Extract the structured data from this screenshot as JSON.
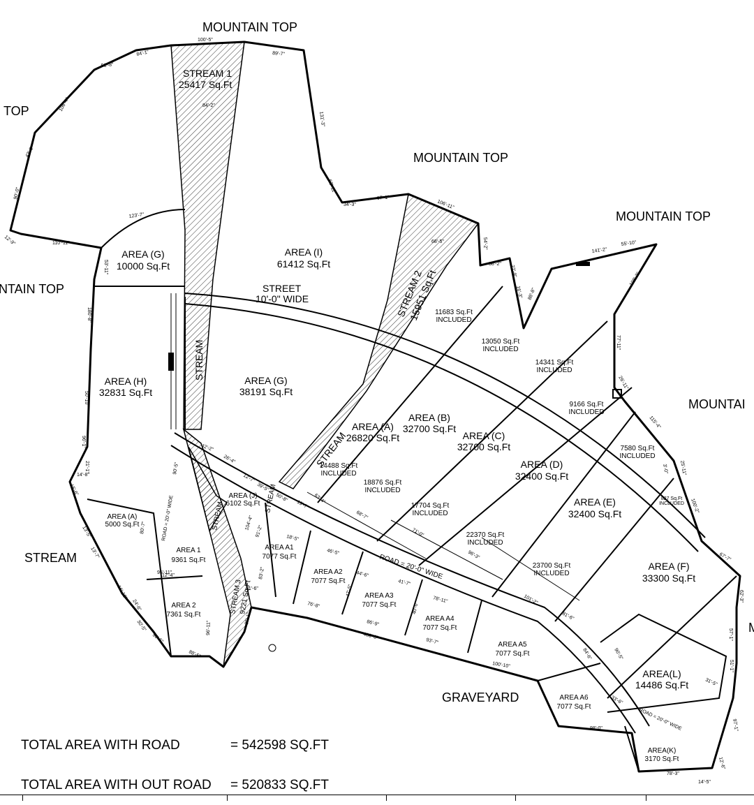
{
  "region_labels": {
    "mountain_top_1": "MOUNTAIN TOP",
    "mountain_top_2": "MOUNTAIN TOP",
    "mountain_top_3": "MOUNTAIN TOP",
    "top_left": "TOP",
    "ntain_top_left": "NTAIN TOP",
    "mountai_right": "MOUNTAI",
    "m_right": "M",
    "stream_left": "STREAM",
    "graveyard": "GRAVEYARD"
  },
  "streams": {
    "stream1_name": "STREAM 1",
    "stream1_area": "25417 Sq.Ft",
    "stream2_name": "STREAM 2",
    "stream2_area": "15951 Sq.Ft",
    "stream3_name": "STREAM 3",
    "stream3_area": "9221 Sq.Ft",
    "stream_word": "STREAM"
  },
  "street": {
    "line1": "STREET",
    "line2": "10'-0\" WIDE"
  },
  "roads": {
    "road_main": "ROAD = 20'-0\" WIDE",
    "road_side": "ROAD = 20'-0\" WIDE",
    "road_k": "ROAD = 20'-0\" WIDE"
  },
  "areas": [
    {
      "name": "AREA (G)",
      "value": "10000 Sq.Ft"
    },
    {
      "name": "AREA (I)",
      "value": "61412 Sq.Ft"
    },
    {
      "name": "AREA (H)",
      "value": "32831 Sq.Ft"
    },
    {
      "name": "AREA (G)",
      "value": "38191 Sq.Ft"
    },
    {
      "name": "AREA (A)",
      "value": "26820 Sq.Ft"
    },
    {
      "name": "AREA (B)",
      "value": "32700 Sq.Ft"
    },
    {
      "name": "AREA (C)",
      "value": "32700 Sq.Ft"
    },
    {
      "name": "AREA (D)",
      "value": "32400 Sq.Ft"
    },
    {
      "name": "AREA (E)",
      "value": "32400 Sq.Ft"
    },
    {
      "name": "AREA (F)",
      "value": "33300 Sq.Ft"
    },
    {
      "name": "AREA (J)",
      "value": "6102 Sq.Ft"
    },
    {
      "name": "AREA (A)",
      "value": "5000 Sq.Ft"
    },
    {
      "name": "AREA 1",
      "value": "9361 Sq.Ft"
    },
    {
      "name": "AREA 2",
      "value": "7361 Sq.Ft"
    },
    {
      "name": "AREA A1",
      "value": "7077 Sq.Ft"
    },
    {
      "name": "AREA A2",
      "value": "7077 Sq.Ft"
    },
    {
      "name": "AREA A3",
      "value": "7077 Sq.Ft"
    },
    {
      "name": "AREA A4",
      "value": "7077 Sq.Ft"
    },
    {
      "name": "AREA A5",
      "value": "7077 Sq.Ft"
    },
    {
      "name": "AREA A6",
      "value": "7077 Sq.Ft"
    },
    {
      "name": "AREA(L)",
      "value": "14486 Sq.Ft"
    },
    {
      "name": "AREA(K)",
      "value": "3170 Sq.Ft"
    }
  ],
  "included": [
    {
      "value": "11683 Sq.Ft",
      "note": "INCLUDED"
    },
    {
      "value": "13050 Sq.Ft",
      "note": "INCLUDED"
    },
    {
      "value": "14341 Sq.Ft",
      "note": "INCLUDED"
    },
    {
      "value": "9166 Sq.Ft",
      "note": "INCLUDED"
    },
    {
      "value": "7580 Sq.Ft",
      "note": "INCLUDED"
    },
    {
      "value": "14488 Sq.Ft",
      "note": "INCLUDED"
    },
    {
      "value": "18876 Sq.Ft",
      "note": "INCLUDED"
    },
    {
      "value": "17704 Sq.Ft",
      "note": "INCLUDED"
    },
    {
      "value": "22370 Sq.Ft",
      "note": "INCLUDED"
    },
    {
      "value": "23700 Sq.Ft",
      "note": "INCLUDED"
    },
    {
      "value": "827 Sq.Ft",
      "note": "INCLUDED"
    }
  ],
  "dimensions": [
    "100'-5\"",
    "84'-1\"",
    "51'-8\"",
    "106'-4\"",
    "43'-8\"",
    "90'-0\"",
    "12'-9\"",
    "110'-11\"",
    "89'-7\"",
    "131'-3\"",
    "62'-11\"",
    "34'-3\"",
    "67'-1\"",
    "106'-11\"",
    "54'-2\"",
    "38'-2\"",
    "27'-9\"",
    "16'-3\"",
    "88'-8\"",
    "141'-2\"",
    "55'-10\"",
    "108'-3\"",
    "77'-11\"",
    "26'-11\"",
    "115'-4\"",
    "25'-11\"",
    "100'-2\"",
    "67'-7\"",
    "62'-3\"",
    "123'-7\"",
    "53'-11\"",
    "180'-8\"",
    "50'-10\"",
    "96'-1\"",
    "21'-1\"",
    "14'-8\"",
    "84'-2\"",
    "68'-5\"",
    "63'-4\"",
    "68'-7\"",
    "71'-0\"",
    "96'-3\"",
    "101'-2\"",
    "81'-6\"",
    "80'-7\"",
    "95'-11\"",
    "96'-11\"",
    "76'-8\"",
    "86'-9\"",
    "93'-7\"",
    "408'-3\"",
    "100'-10\"",
    "98'-0\"",
    "78'-3\"",
    "14'-5\"",
    "12'-6\"",
    "97'-1\"",
    "51'-1\"",
    "57'-1\"",
    "31'-5\"",
    "104'-4\"",
    "91'-2\"",
    "83'-2\"",
    "95'-1\"",
    "15'-6\"",
    "13'-5\"",
    "13'-7\"",
    "16'-10\"",
    "24'-6\"",
    "30'-5\"",
    "90'-5\"",
    "88'-5\"",
    "12'-4\"",
    "51'-6\"",
    "18'-5\"",
    "46'-5\"",
    "44'-6\"",
    "41'-7\"",
    "78'-11\"",
    "47'-5\"",
    "40'-0\"",
    "26'-4\"",
    "12'-7\"",
    "39'-5\"",
    "50'-8\"",
    "19'-7\"",
    "42'-2\"",
    "90'-5\"",
    "84'-6\"",
    "3'-0\"",
    "90'-5\"",
    "33'-6\""
  ],
  "totals": {
    "with_road_label": "TOTAL AREA WITH ROAD",
    "with_road_value": "= 542598 SQ.FT",
    "without_road_label": "TOTAL AREA WITH OUT ROAD",
    "without_road_value": "= 520833 SQ.FT"
  }
}
